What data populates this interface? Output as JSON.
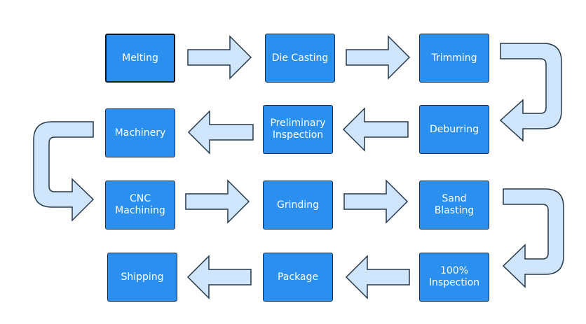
{
  "steps": [
    {
      "id": "melting",
      "label": "Melting"
    },
    {
      "id": "die-casting",
      "label": "Die Casting"
    },
    {
      "id": "trimming",
      "label": "Trimming"
    },
    {
      "id": "deburring",
      "label": "Deburring"
    },
    {
      "id": "preliminary-inspection",
      "label": "Preliminary\nInspection"
    },
    {
      "id": "machinery",
      "label": "Machinery"
    },
    {
      "id": "cnc-machining",
      "label": "CNC\nMachining"
    },
    {
      "id": "grinding",
      "label": "Grinding"
    },
    {
      "id": "sand-blasting",
      "label": "Sand\nBlasting"
    },
    {
      "id": "100-inspection",
      "label": "100%\nInspection"
    },
    {
      "id": "package",
      "label": "Package"
    },
    {
      "id": "shipping",
      "label": "Shipping"
    }
  ],
  "colors": {
    "box_fill": "#2b8ff0",
    "box_border": "#1d2a38",
    "arrow_fill": "#cfe5fc",
    "arrow_stroke": "#26384a",
    "text": "#ffffff"
  }
}
